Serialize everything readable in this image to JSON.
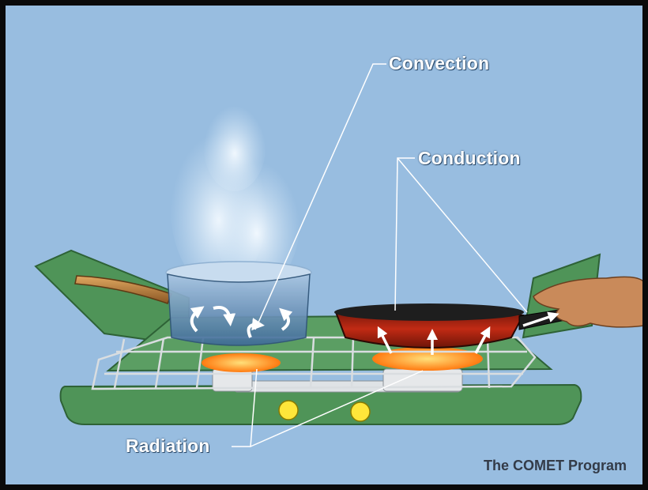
{
  "labels": {
    "convection": "Convection",
    "conduction": "Conduction",
    "radiation": "Radiation"
  },
  "credit": "The COMET Program",
  "colors": {
    "background": "#98bde0",
    "stove": "#4f9458",
    "steam": "#e8f2fb",
    "water": "#5f86ad",
    "pan": "#a32210",
    "flame": "#ff9a22",
    "leader_lines": "#ffffff"
  },
  "icons": [
    "convection-arrows",
    "conduction-arrow",
    "radiation-arrows"
  ]
}
